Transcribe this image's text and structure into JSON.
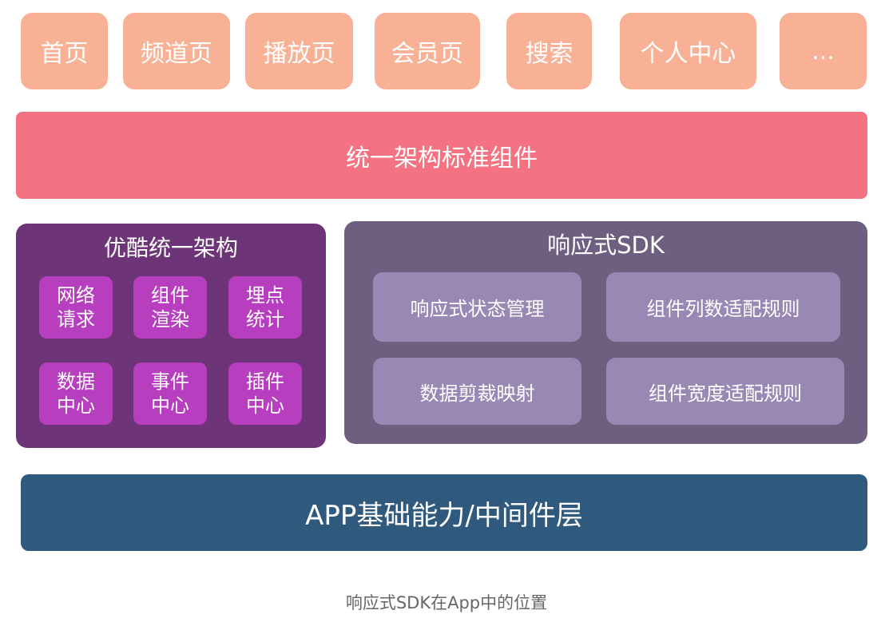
{
  "top_pages": [
    "首页",
    "频道页",
    "播放页",
    "会员页",
    "搜索",
    "个人中心",
    "..."
  ],
  "standard_components": "统一架构标准组件",
  "youku": {
    "title": "优酷统一架构",
    "modules": [
      {
        "line1": "网络",
        "line2": "请求"
      },
      {
        "line1": "组件",
        "line2": "渲染"
      },
      {
        "line1": "埋点",
        "line2": "统计"
      },
      {
        "line1": "数据",
        "line2": "中心"
      },
      {
        "line1": "事件",
        "line2": "中心"
      },
      {
        "line1": "插件",
        "line2": "中心"
      }
    ]
  },
  "sdk": {
    "title": "响应式SDK",
    "modules": [
      "响应式状态管理",
      "组件列数适配规则",
      "数据剪裁映射",
      "组件宽度适配规则"
    ]
  },
  "app_layer": "APP基础能力/中间件层",
  "caption": "响应式SDK在App中的位置",
  "colors": {
    "page_box": "#f8b195",
    "standard_bar": "#f47281",
    "youku_panel": "#6d3577",
    "youku_chip": "#b63ebf",
    "sdk_panel": "#6e5e7f",
    "sdk_chip": "#9888b3",
    "app_bar": "#305a7d",
    "caption_text": "#666666"
  }
}
